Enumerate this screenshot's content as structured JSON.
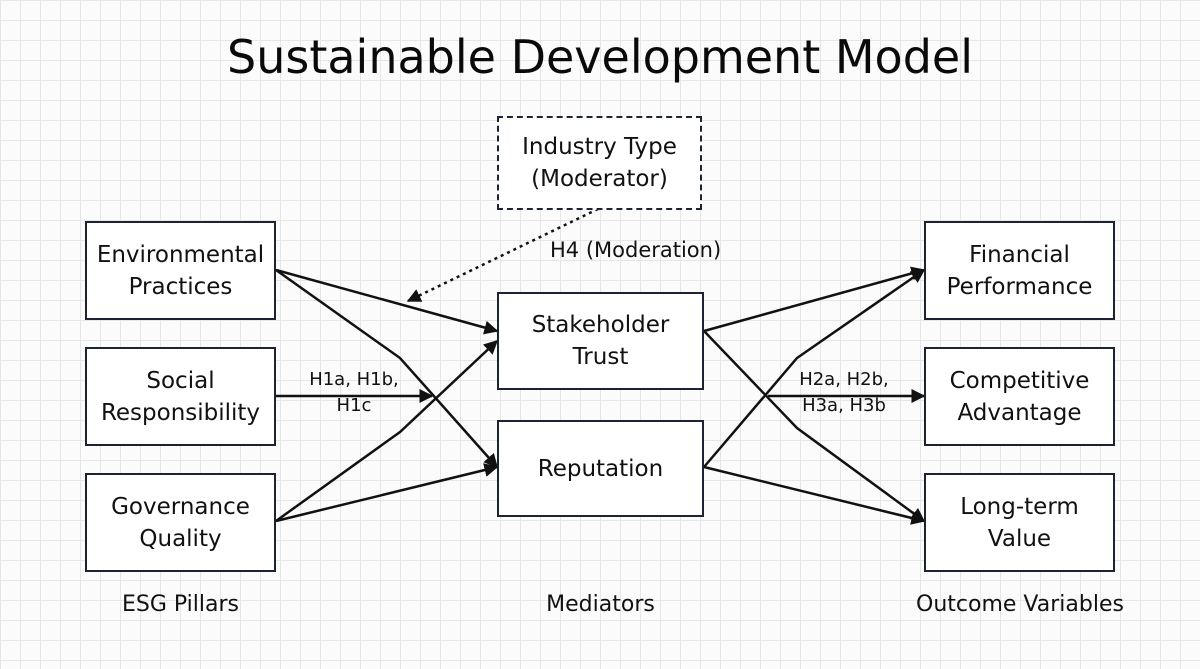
{
  "title": "Sustainable Development Model",
  "nodes": {
    "environmental": "Environmental\nPractices",
    "social": "Social\nResponsibility",
    "governance": "Governance\nQuality",
    "trust": "Stakeholder\nTrust",
    "reputation": "Reputation",
    "industry": "Industry Type\n(Moderator)",
    "financial": "Financial\nPerformance",
    "competitive": "Competitive\nAdvantage",
    "longterm": "Long-term\nValue"
  },
  "hypotheses": {
    "h1": "H1a, H1b,\nH1c",
    "h2": "H2a, H2b,\nH3a, H3b",
    "h4": "H4 (Moderation)"
  },
  "columns": {
    "left": "ESG Pillars",
    "middle": "Mediators",
    "right": "Outcome Variables"
  },
  "edges": [
    {
      "from": "environmental",
      "to": "trust",
      "style": "solid"
    },
    {
      "from": "environmental",
      "to": "reputation",
      "style": "solid"
    },
    {
      "from": "social",
      "to": "mediators",
      "style": "solid"
    },
    {
      "from": "governance",
      "to": "trust",
      "style": "solid"
    },
    {
      "from": "governance",
      "to": "reputation",
      "style": "solid"
    },
    {
      "from": "trust",
      "to": "financial",
      "style": "solid"
    },
    {
      "from": "trust",
      "to": "longterm",
      "style": "solid"
    },
    {
      "from": "reputation",
      "to": "financial",
      "style": "solid"
    },
    {
      "from": "reputation",
      "to": "longterm",
      "style": "solid"
    },
    {
      "from": "mediators",
      "to": "competitive",
      "style": "solid"
    },
    {
      "from": "industry",
      "to": "esg-paths",
      "style": "dotted"
    }
  ]
}
